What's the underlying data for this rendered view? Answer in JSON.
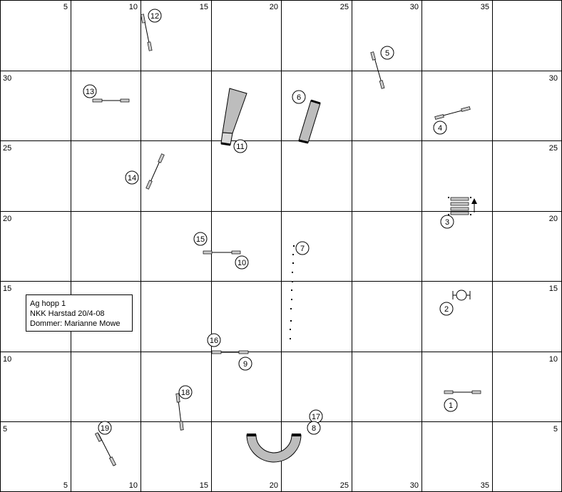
{
  "info": {
    "title": "Ag hopp 1",
    "event": "NKK Harstad 20/4-08",
    "judge": "Dommer: Marianne Mowe"
  },
  "grid": {
    "cols": 8,
    "rows": 7,
    "top_labels": [
      "5",
      "10",
      "15",
      "20",
      "25",
      "30",
      "35"
    ],
    "bottom_labels": [
      "5",
      "10",
      "15",
      "20",
      "25",
      "30",
      "35"
    ],
    "left_labels": [
      "30",
      "25",
      "20",
      "15",
      "10",
      "5"
    ],
    "right_labels": [
      "30",
      "25",
      "20",
      "15",
      "10",
      "5"
    ]
  },
  "obstacles": [
    {
      "num": "1",
      "type": "jump"
    },
    {
      "num": "2",
      "type": "tire"
    },
    {
      "num": "3",
      "type": "long-jump"
    },
    {
      "num": "4",
      "type": "jump"
    },
    {
      "num": "5",
      "type": "jump"
    },
    {
      "num": "6",
      "type": "tunnel"
    },
    {
      "num": "7",
      "type": "weave-poles"
    },
    {
      "num": "8",
      "type": "tunnel"
    },
    {
      "num": "9",
      "type": "jump"
    },
    {
      "num": "10",
      "type": "jump"
    },
    {
      "num": "11",
      "type": "chute"
    },
    {
      "num": "12",
      "type": "jump"
    },
    {
      "num": "13",
      "type": "jump"
    },
    {
      "num": "14",
      "type": "jump"
    },
    {
      "num": "15",
      "type": "jump"
    },
    {
      "num": "16",
      "type": "jump"
    },
    {
      "num": "17",
      "type": "tunnel"
    },
    {
      "num": "18",
      "type": "jump"
    },
    {
      "num": "19",
      "type": "jump"
    }
  ]
}
